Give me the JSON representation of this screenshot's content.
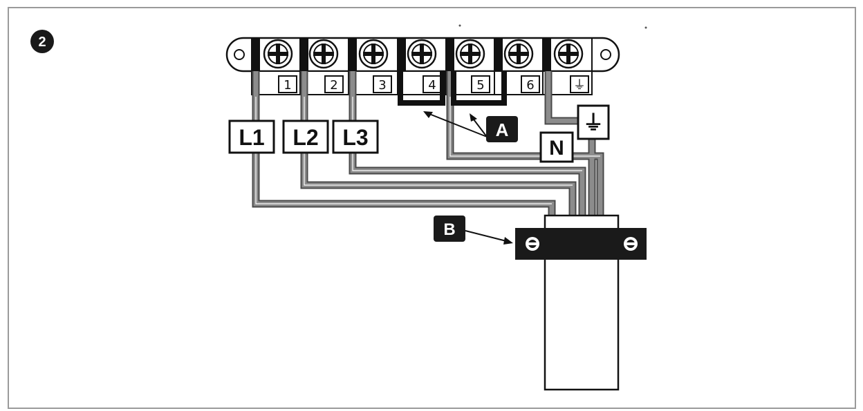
{
  "figure_number": "2",
  "terminals": [
    {
      "label": "1"
    },
    {
      "label": "2"
    },
    {
      "label": "3"
    },
    {
      "label": "4"
    },
    {
      "label": "5"
    },
    {
      "label": "6"
    },
    {
      "label": "⏚"
    }
  ],
  "wire_labels": {
    "l1": "L1",
    "l2": "L2",
    "l3": "L3",
    "neutral": "N",
    "earth": "⏚"
  },
  "callouts": {
    "a": "A",
    "b": "B"
  },
  "colors": {
    "frame": "#9a9a9a",
    "wire": "#8c8c8c",
    "wire_outline": "#4a4a4a",
    "bridge": "#111111",
    "clamp": "#1a1a1a",
    "badge": "#1a1a1a"
  }
}
